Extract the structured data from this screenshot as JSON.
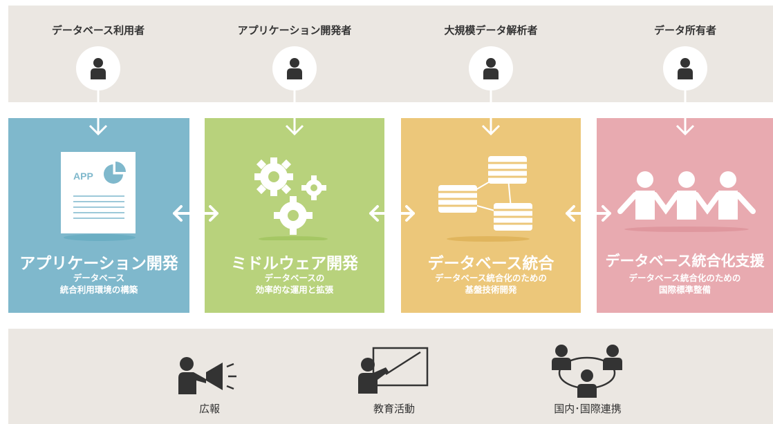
{
  "roles": [
    {
      "label": "データベース利用者"
    },
    {
      "label": "アプリケーション開発者"
    },
    {
      "label": "大規模データ解析者"
    },
    {
      "label": "データ所有者"
    }
  ],
  "panels": [
    {
      "title": "アプリケーション開発",
      "sub1": "データベース",
      "sub2": "統合利用環境の構築",
      "color": "#7fb8cc",
      "icon_text": "APP"
    },
    {
      "title": "ミドルウェア開発",
      "sub1": "データベースの",
      "sub2": "効率的な運用と拡張",
      "color": "#b8d27c"
    },
    {
      "title": "データベース統合",
      "sub1": "データベース統合化のための",
      "sub2": "基盤技術開発",
      "color": "#ecc77a"
    },
    {
      "title": "データベース統合化支援",
      "sub1": "データベース統合化のための",
      "sub2": "国際標準整備",
      "color": "#e8aab0"
    }
  ],
  "bottom": [
    {
      "label": "広報"
    },
    {
      "label": "教育活動"
    },
    {
      "label": "国内･国際連携"
    }
  ]
}
